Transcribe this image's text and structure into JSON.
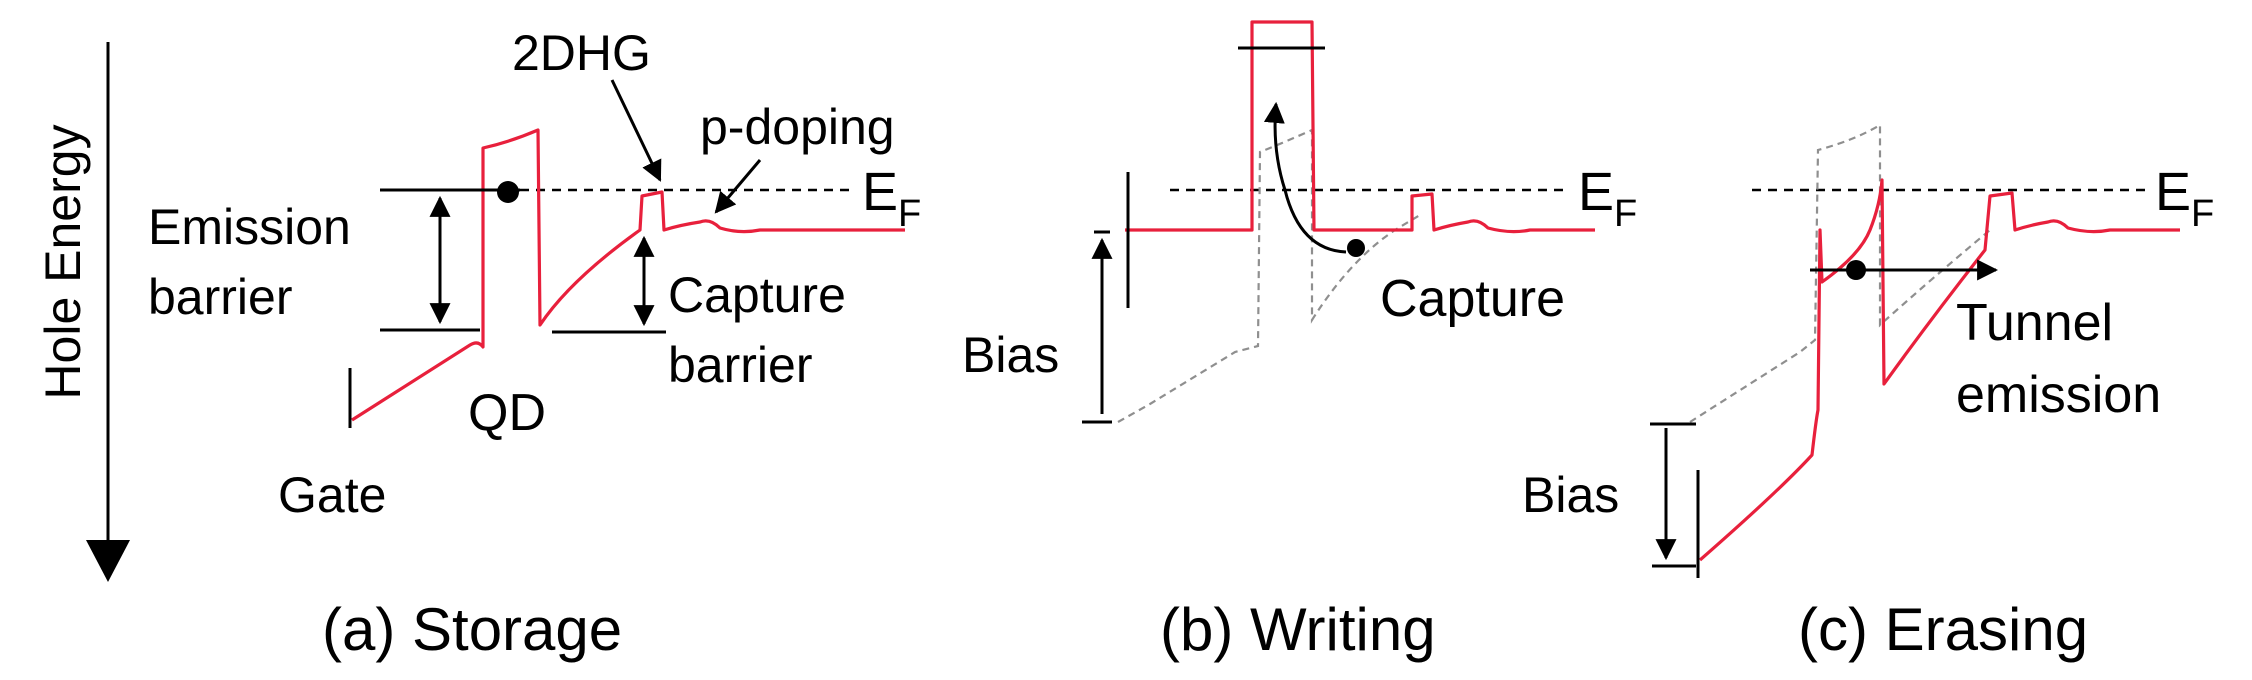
{
  "axis": {
    "label": "Hole Energy",
    "arrow_icon": "arrow-down"
  },
  "colors": {
    "band": "#e8203c",
    "ghost": "#8f8f8f",
    "ink": "#000000"
  },
  "panels": [
    {
      "caption": "(a) Storage",
      "fermi": {
        "symbol": "E",
        "subscript": "F"
      },
      "labels": {
        "twodhg": "2DHG",
        "pdoping": "p-doping",
        "emission_1": "Emission",
        "emission_2": "barrier",
        "capture_1": "Capture",
        "capture_2": "barrier",
        "qd": "QD",
        "gate": "Gate"
      }
    },
    {
      "caption": "(b) Writing",
      "fermi": {
        "symbol": "E",
        "subscript": "F"
      },
      "labels": {
        "capture": "Capture",
        "bias": "Bias"
      }
    },
    {
      "caption": "(c) Erasing",
      "fermi": {
        "symbol": "E",
        "subscript": "F"
      },
      "labels": {
        "tunnel_1": "Tunnel",
        "tunnel_2": "emission",
        "bias": "Bias"
      }
    }
  ]
}
